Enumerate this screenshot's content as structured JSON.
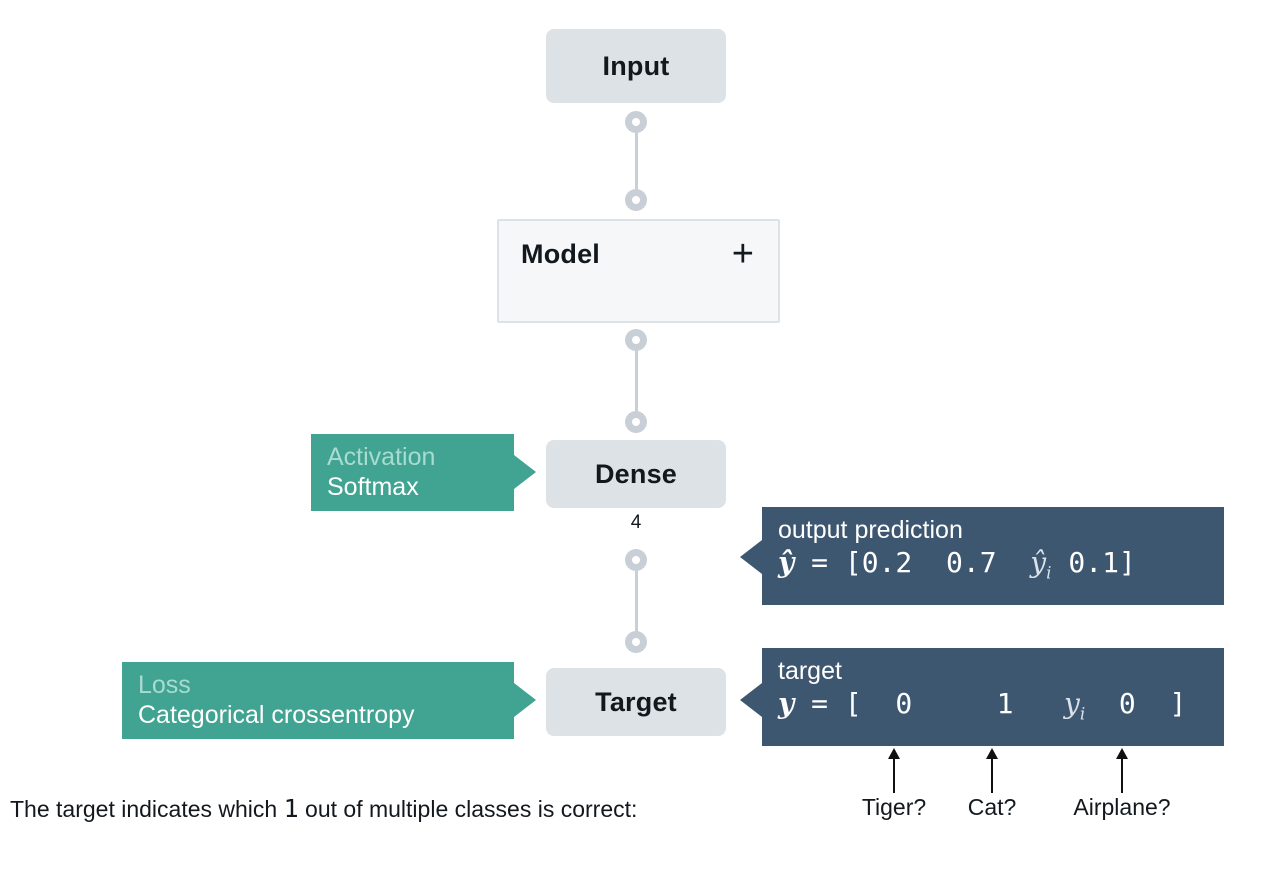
{
  "diagram": {
    "title": "Categorical crossentropy classification model diagram",
    "colors": {
      "block_fill": "#dde2e7",
      "model_fill": "#f5f7f8",
      "model_border": "#dde2e7",
      "connector": "#c8cfd6",
      "teal": "#41a391",
      "teal_muted_text": "#a9dbd1",
      "slate": "#3e5771",
      "text": "#12181d",
      "background": "#ffffff"
    },
    "blocks": [
      {
        "name": "input",
        "label": "Input"
      },
      {
        "name": "model",
        "label": "Model",
        "add_icon": "+"
      },
      {
        "name": "dense",
        "label": "Dense",
        "units": "4"
      },
      {
        "name": "target",
        "label": "Target"
      }
    ],
    "callouts": [
      {
        "name": "activation",
        "title": "Activation",
        "value": "Softmax"
      },
      {
        "name": "loss",
        "title": "Loss",
        "value": "Categorical crossentropy"
      }
    ],
    "value_boxes": [
      {
        "name": "output-prediction",
        "caption": "output prediction",
        "symbol": "ŷ",
        "equals": "=",
        "open_bracket": "[",
        "close_bracket": "]",
        "values": [
          "0.2",
          "0.7",
          "ŷi",
          "0.1"
        ],
        "vector_text": "ŷ = [0.2  0.7   ŷi  0.1]"
      },
      {
        "name": "target-vector",
        "caption": "target",
        "symbol": "y",
        "equals": "=",
        "open_bracket": "[",
        "close_bracket": "]",
        "values": [
          "0",
          "1",
          "yi",
          "0"
        ],
        "vector_text": "y = [ 0    1   yi   0 ]"
      }
    ],
    "caption": {
      "prefix": "The target indicates which ",
      "number": "1",
      "suffix": " out of multiple classes is correct:"
    },
    "class_labels": [
      {
        "name": "tiger",
        "label": "Tiger?"
      },
      {
        "name": "cat",
        "label": "Cat?"
      },
      {
        "name": "airplane",
        "label": "Airplane?"
      }
    ]
  }
}
